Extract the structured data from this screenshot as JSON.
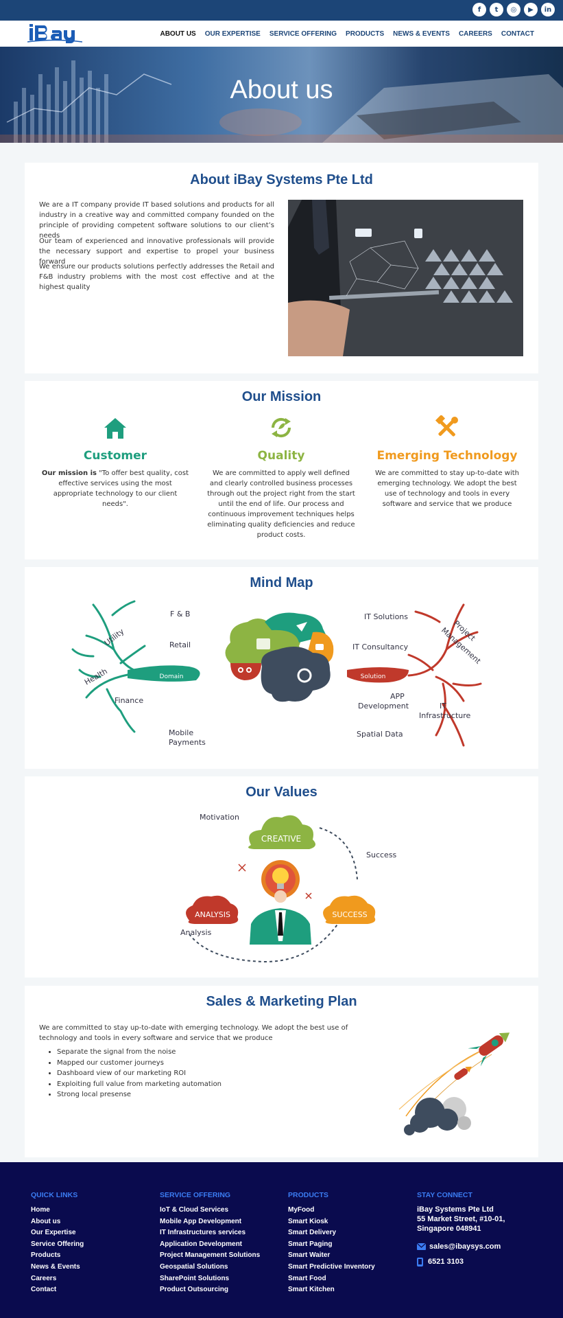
{
  "header": {
    "social": [
      "f",
      "t",
      "◎",
      "▶",
      "in"
    ],
    "nav": [
      "ABOUT US",
      "OUR EXPERTISE",
      "SERVICE OFFERING",
      "PRODUCTS",
      "NEWS & EVENTS",
      "CAREERS",
      "CONTACT"
    ]
  },
  "hero": {
    "title": "About us"
  },
  "about": {
    "title": "About iBay Systems Pte Ltd",
    "paragraphs": [
      "We are a IT company provide IT based solutions and products for all industry in a creative way and committed company founded on the principle of providing competent software solutions to our client’s needs",
      "Our team of experienced and innovative professionals will provide the necessary support and expertise to propel your business forward",
      "We ensure our products solutions perfectly addresses the Retail and F&B industry problems with the most cost effective and at the highest quality"
    ]
  },
  "mission": {
    "title": "Our Mission",
    "items": [
      {
        "title": "Customer",
        "lead": "Our mission is",
        "text": " \"To offer best quality, cost effective services using the most appropriate technology to our client needs\".",
        "color": "#1e9e7e"
      },
      {
        "title": "Quality",
        "lead": "",
        "text": "We are committed to apply well defined and clearly controlled business processes through out the project right from the start until the end of life. Our process and continuous improvement techniques helps eliminating quality deficiencies and reduce product costs.",
        "color": "#8db443"
      },
      {
        "title": "Emerging Technology",
        "lead": "",
        "text": "We are committed to stay up-to-date with emerging technology. We adopt the best use of technology and tools in every software and service that we produce",
        "color": "#f09a1e"
      }
    ]
  },
  "mindmap": {
    "title": "Mind Map",
    "domain": "Domain",
    "solution": "Solution",
    "left": [
      "F & B",
      "Utility",
      "Retail",
      "Health",
      "Finance",
      "Mobile",
      "Payments"
    ],
    "right": [
      "IT Solutions",
      "Project",
      "Management",
      "IT Consultancy",
      "APP",
      "Development",
      "IT",
      "Infrastructure",
      "Spatial Data"
    ]
  },
  "values": {
    "title": "Our Values",
    "creative": "CREATIVE",
    "analysis": "ANALYSIS",
    "success": "SUCCESS",
    "motivation": "Motivation",
    "success_label": "Success",
    "analysis_label": "Analysis"
  },
  "sales": {
    "title": "Sales & Marketing Plan",
    "intro": "We are committed to stay up-to-date with emerging technology. We adopt the best use of technology and tools in every software and service that we produce",
    "bullets": [
      "Separate the signal from the noise",
      "Mapped our customer journeys",
      "Dashboard view of our marketing ROI",
      "Exploiting full value from marketing automation",
      "Strong local presense"
    ]
  },
  "footer": {
    "quick": {
      "title": "QUICK LINKS",
      "items": [
        "Home",
        "About us",
        "Our Expertise",
        "Service Offering",
        "Products",
        "News & Events",
        "Careers",
        "Contact"
      ]
    },
    "service": {
      "title": "SERVICE OFFERING",
      "items": [
        "IoT & Cloud Services",
        "Mobile App Development",
        "IT Infrastructures services",
        "Application Development",
        "Project Management Solutions",
        "Geospatial Solutions",
        "SharePoint Solutions",
        "Product Outsourcing"
      ]
    },
    "products": {
      "title": "PRODUCTS",
      "items": [
        "MyFood",
        "Smart Kiosk",
        "Smart Delivery",
        "Smart Paging",
        "Smart Waiter",
        "Smart Predictive Inventory",
        "Smart Food",
        "Smart Kitchen"
      ]
    },
    "contact": {
      "title": "STAY CONNECT",
      "company": "iBay Systems Pte Ltd",
      "address1": "55 Market Street, #10-01,",
      "address2": "Singapore 048941",
      "email": "sales@ibaysys.com",
      "phone": "6521 3103"
    }
  },
  "colors": {
    "brand": "#1c4577",
    "title": "#1f4e8c",
    "footer": "#0a0b4e",
    "link": "#3b7cf2"
  }
}
